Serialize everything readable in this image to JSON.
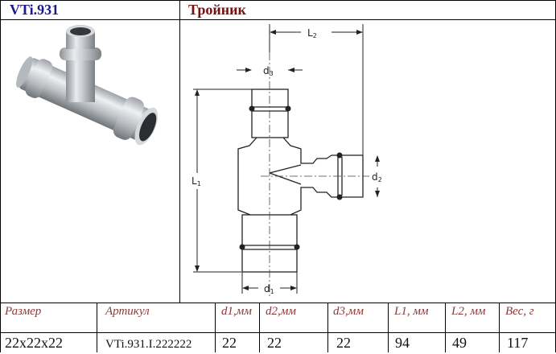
{
  "header": {
    "product_code": "VTi.931",
    "product_name": "Тройник"
  },
  "image": {
    "photo_alt": "stainless steel press tee fitting",
    "diagram_labels": {
      "L1": "L1",
      "L2": "L2",
      "d1": "d1",
      "d2": "d2",
      "d3": "d3"
    }
  },
  "table": {
    "headers": [
      "Размер",
      "Артикул",
      "d1,мм",
      "d2,мм",
      "d3,мм",
      "L1, мм",
      "L2, мм",
      "Вес, г"
    ],
    "rows": [
      [
        "22x22x22",
        "VTi.931.I.222222",
        "22",
        "22",
        "22",
        "94",
        "49",
        "117"
      ]
    ]
  },
  "colors": {
    "code_color": "#1a1a8c",
    "title_color": "#7a1010",
    "header_text_color": "#8b3a3a",
    "border": "#000000"
  }
}
